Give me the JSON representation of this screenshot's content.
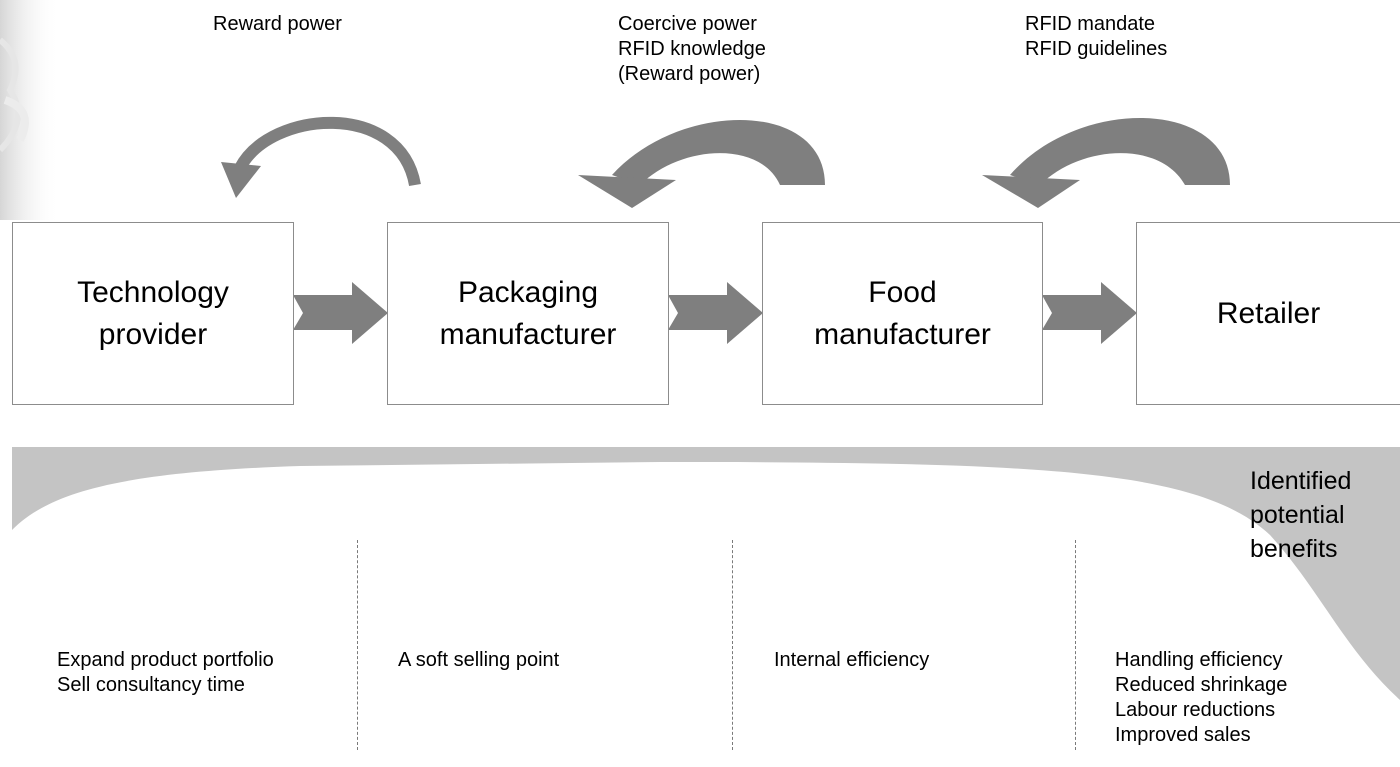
{
  "influences": [
    {
      "lines": [
        "Reward power"
      ]
    },
    {
      "lines": [
        "Coercive power",
        "RFID knowledge",
        "(Reward power)"
      ]
    },
    {
      "lines": [
        "RFID mandate",
        "RFID guidelines"
      ]
    }
  ],
  "actors": [
    {
      "label": "Technology provider",
      "line1": "Technology",
      "line2": "provider"
    },
    {
      "label": "Packaging manufacturer",
      "line1": "Packaging",
      "line2": "manufacturer"
    },
    {
      "label": "Food manufacturer",
      "line1": "Food",
      "line2": "manufacturer"
    },
    {
      "label": "Retailer",
      "line1": "Retailer",
      "line2": ""
    }
  ],
  "benefits_label": [
    "Identified",
    "potential",
    "benefits"
  ],
  "benefits": [
    {
      "lines": [
        "Expand product portfolio",
        "Sell consultancy time"
      ]
    },
    {
      "lines": [
        "A soft selling point"
      ]
    },
    {
      "lines": [
        "Internal efficiency"
      ]
    },
    {
      "lines": [
        "Handling efficiency",
        "Reduced shrinkage",
        "Labour reductions",
        "Improved sales"
      ]
    }
  ],
  "colors": {
    "arrow_gray": "#7f7f7f",
    "benefit_band": "#c4c4c4",
    "box_border": "#8c8c8c"
  }
}
